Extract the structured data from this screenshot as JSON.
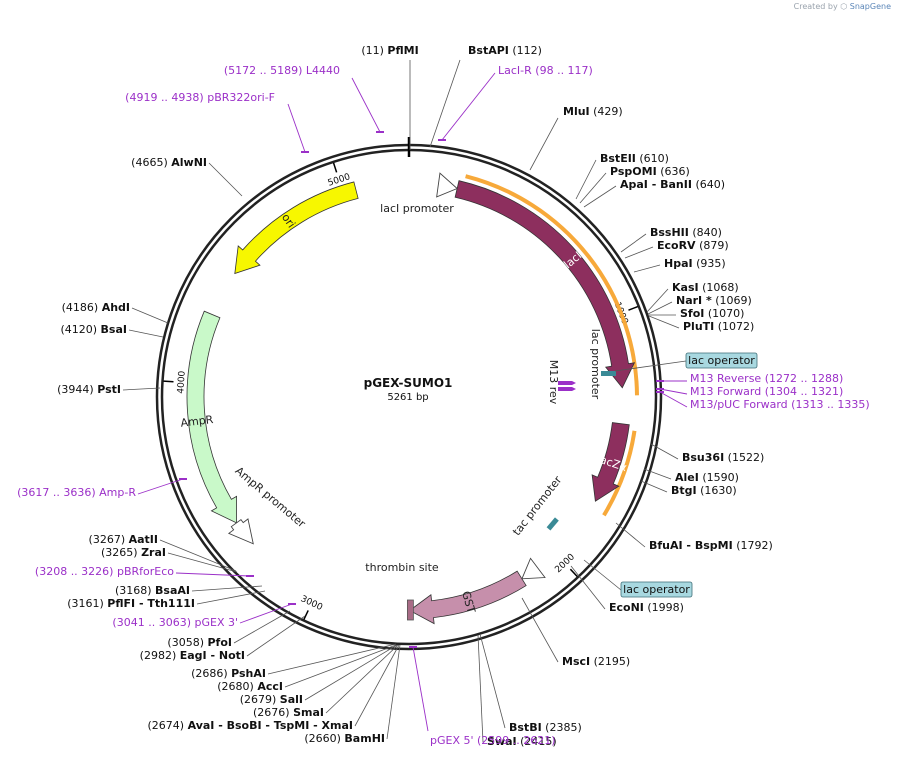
{
  "credit": {
    "prefix": "Created by",
    "brand": "SnapGene"
  },
  "plasmid": {
    "name": "pGEX-SUMO1",
    "length": "5261 bp"
  },
  "tick_labels": [
    {
      "pos": 1000,
      "label": "1000"
    },
    {
      "pos": 2000,
      "label": "2000"
    },
    {
      "pos": 3000,
      "label": "3000"
    },
    {
      "pos": 4000,
      "label": "4000"
    },
    {
      "pos": 5000,
      "label": "5000"
    }
  ],
  "features": [
    {
      "name": "lacI",
      "start": 190,
      "end": 1279,
      "dir": 1,
      "color": "#8d2f5e",
      "label_color": "#ffffff",
      "outline": true
    },
    {
      "name": "lacZα",
      "start": 1420,
      "end": 1742,
      "dir": 1,
      "color": "#8d2f5e",
      "label_color": "#ffffff",
      "outline": true
    },
    {
      "name": "GST",
      "start": 2165,
      "end": 2628,
      "dir": 1,
      "color": "#c68fab",
      "label_color": "#222222",
      "outline": false
    },
    {
      "name": "AmpR",
      "start": 3418,
      "end": 4278,
      "dir": -1,
      "color": "#c9f9c9",
      "label_color": "#222222",
      "outline": false
    },
    {
      "name": "ori",
      "start": 4462,
      "end": 5051,
      "dir": -1,
      "color": "#f7f700",
      "label_color": "#222222",
      "outline": false
    }
  ],
  "promoters": [
    {
      "name": "lacI promoter",
      "start": 115,
      "end": 190
    },
    {
      "name": "tac promoter",
      "start": 2090,
      "end": 2165
    },
    {
      "name": "AmpR promoter",
      "start": 3313,
      "end": 3418
    }
  ],
  "small_features": [
    {
      "name": "thrombin site",
      "pos": 2625
    }
  ],
  "inner_labels": [
    {
      "text": "lac promoter"
    },
    {
      "text": "M13 rev"
    }
  ],
  "enzymes": [
    {
      "name": "PflMI",
      "pos": "(11)"
    },
    {
      "name": "BstAPI",
      "pos": "(112)"
    },
    {
      "name": "MluI",
      "pos": "(429)"
    },
    {
      "name": "BstEII",
      "pos": "(610)"
    },
    {
      "name": "PspOMI",
      "pos": "(636)"
    },
    {
      "name": "ApaI - BanII",
      "pos": "(640)"
    },
    {
      "name": "BssHII",
      "pos": "(840)"
    },
    {
      "name": "EcoRV",
      "pos": "(879)"
    },
    {
      "name": "HpaI",
      "pos": "(935)"
    },
    {
      "name": "KasI",
      "pos": "(1068)"
    },
    {
      "name": "NarI *",
      "pos": "(1069)"
    },
    {
      "name": "SfoI",
      "pos": "(1070)"
    },
    {
      "name": "PluTI",
      "pos": "(1072)"
    },
    {
      "name": "Bsu36I",
      "pos": "(1522)"
    },
    {
      "name": "AleI",
      "pos": "(1590)"
    },
    {
      "name": "BtgI",
      "pos": "(1630)"
    },
    {
      "name": "BfuAI - BspMI",
      "pos": "(1792)"
    },
    {
      "name": "EcoNI",
      "pos": "(1998)"
    },
    {
      "name": "MscI",
      "pos": "(2195)"
    },
    {
      "name": "BstBI",
      "pos": "(2385)"
    },
    {
      "name": "SwaI",
      "pos": "(2415)"
    },
    {
      "name": "BamHI",
      "pos": "(2660)"
    },
    {
      "name": "AvaI - BsoBI - TspMI - XmaI",
      "pos": "(2674)"
    },
    {
      "name": "SmaI",
      "pos": "(2676)"
    },
    {
      "name": "SalI",
      "pos": "(2679)"
    },
    {
      "name": "AccI",
      "pos": "(2680)"
    },
    {
      "name": "PshAI",
      "pos": "(2686)"
    },
    {
      "name": "EagI - NotI",
      "pos": "(2982)"
    },
    {
      "name": "PfoI",
      "pos": "(3058)"
    },
    {
      "name": "PflFI - Tth111I",
      "pos": "(3161)"
    },
    {
      "name": "BsaAI",
      "pos": "(3168)"
    },
    {
      "name": "ZraI",
      "pos": "(3265)"
    },
    {
      "name": "AatII",
      "pos": "(3267)"
    },
    {
      "name": "PstI",
      "pos": "(3944)"
    },
    {
      "name": "BsaI",
      "pos": "(4120)"
    },
    {
      "name": "AhdI",
      "pos": "(4186)"
    },
    {
      "name": "AlwNI",
      "pos": "(4665)"
    }
  ],
  "primers": [
    {
      "name": "L4440",
      "range": "(5172 .. 5189)"
    },
    {
      "name": "pBR322ori-F",
      "range": "(4919 .. 4938)"
    },
    {
      "name": "LacI-R",
      "range": "(98 .. 117)"
    },
    {
      "name": "M13 Reverse",
      "range": "(1272 .. 1288)"
    },
    {
      "name": "M13 Forward",
      "range": "(1304 .. 1321)"
    },
    {
      "name": "M13/pUC Forward",
      "range": "(1313 .. 1335)"
    },
    {
      "name": "Amp-R",
      "range": "(3617 .. 3636)"
    },
    {
      "name": "pBRforEco",
      "range": "(3208 .. 3226)"
    },
    {
      "name": "pGEX 3'",
      "range": "(3041 .. 3063)"
    },
    {
      "name": "pGEX 5'",
      "range": "(2599 .. 2621)"
    }
  ],
  "boxed_labels": [
    {
      "text": "lac operator"
    },
    {
      "text": "lac operator"
    }
  ],
  "colors": {
    "primer": "#9b30c8",
    "operator_fill": "#a8d8e0",
    "operator_mark": "#3a8a96",
    "cds_outline": "#f7a93a",
    "backbone": "#222222"
  }
}
